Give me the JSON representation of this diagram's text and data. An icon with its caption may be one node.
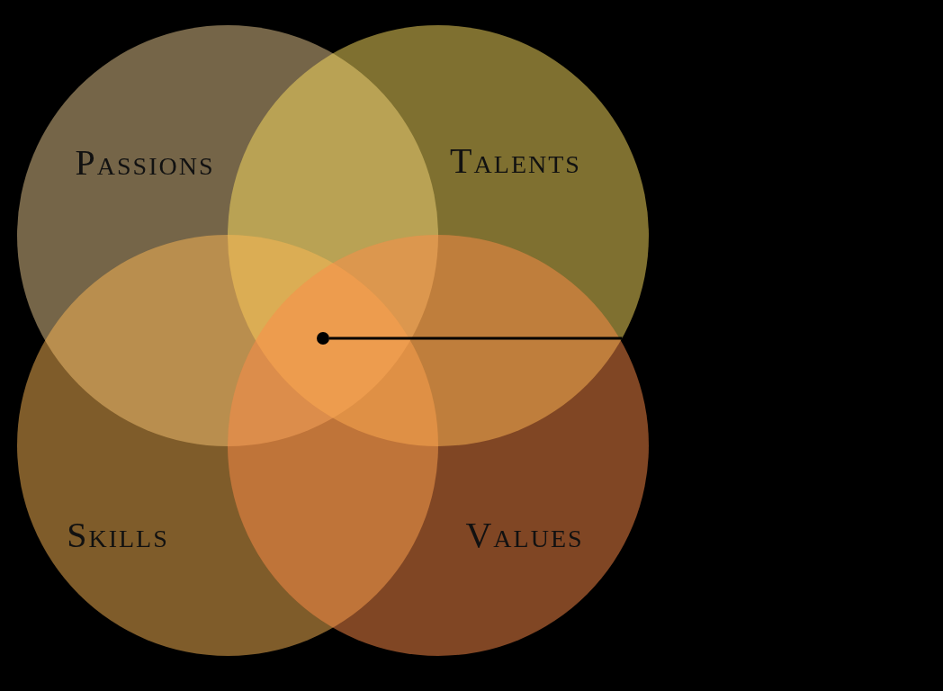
{
  "diagram": {
    "nodes": [
      {
        "text": [
          "Passions"
        ]
      },
      {
        "text": [
          "Talents"
        ]
      },
      {
        "text": [
          "Skills"
        ]
      },
      {
        "text": [
          "Values"
        ]
      },
      {
        "text": [],
        "shape": "circle"
      }
    ],
    "edges": [
      {
        "from": 1,
        "to": 4,
        "arrow": "none"
      }
    ]
  }
}
